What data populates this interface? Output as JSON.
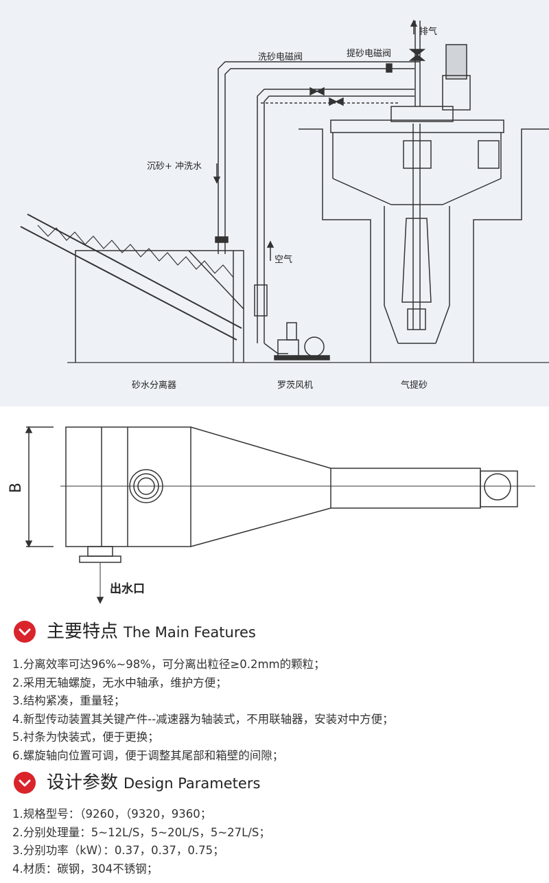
{
  "diagram": {
    "labels": {
      "exhaust": "排气",
      "sand_wash_valve": "洗砂电磁阀",
      "sand_lift_valve": "提砂电磁阀",
      "sand_flush_water": "沉砂+ 冲洗水",
      "air": "空气",
      "separator": "砂水分离器",
      "blower": "罗茨风机",
      "air_lift": "气提砂"
    }
  },
  "plan": {
    "dimension_label": "B",
    "outlet_label": "出水口"
  },
  "features": {
    "title_cn": "主要特点",
    "title_en": "The Main Features",
    "items": [
      "1.分离效率可达96%~98%，可分离出粒径≥0.2mm的颗粒；",
      "2.采用无轴螺旋，无水中轴承，维护方便；",
      "3.结构紧凑，重量轻；",
      "4.新型传动装置其关键产件--减速器为轴装式，不用联轴器，安装对中方便；",
      "5.衬条为快装式，便于更换；",
      "6.螺旋轴向位置可调，便于调整其尾部和箱壁的间隙；"
    ]
  },
  "parameters": {
    "title_cn": "设计参数",
    "title_en": "Design Parameters",
    "items": [
      "1.规格型号：（9260，（9320，9360；",
      "2.分别处理量：5~12L/S，5~20L/S，5~27L/S；",
      "3.分别功率（kW）：0.37，0.37，0.75；",
      "4.材质：碳钢，304不锈钢；"
    ]
  },
  "colors": {
    "accent": "#d9242b",
    "diagram_bg": "#eef2f7",
    "line": "#333333"
  },
  "icons": {
    "section_marker": "check-circle-icon"
  }
}
